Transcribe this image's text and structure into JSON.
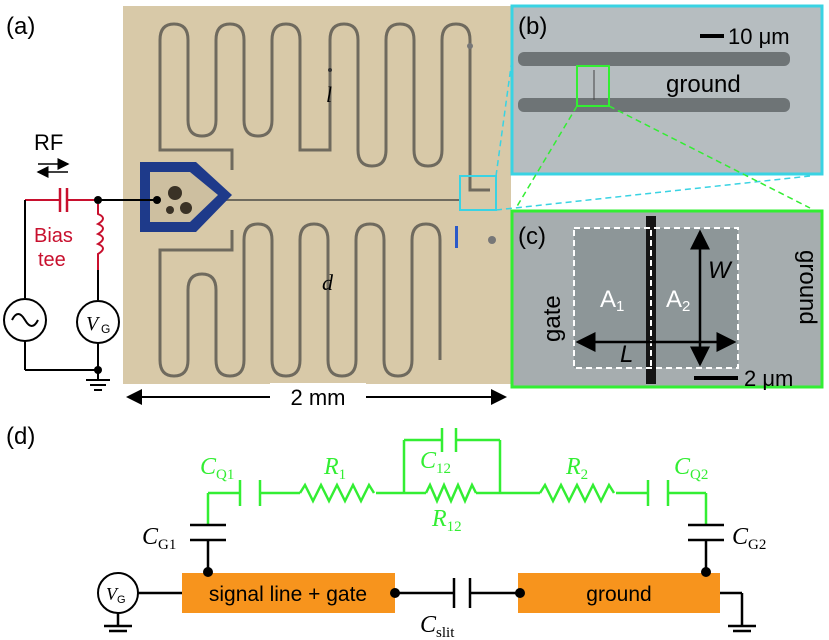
{
  "panel_labels": {
    "a": "(a)",
    "b": "(b)",
    "c": "(c)",
    "d": "(d)"
  },
  "panel_a": {
    "rf_label": "RF",
    "bias_label_line1": "Bias",
    "bias_label_line2": "tee",
    "vg_label": "V",
    "vg_sub": "G",
    "resonator_l": "l",
    "resonator_d": "d",
    "scale_bar": "2 mm"
  },
  "panel_b": {
    "scale_bar": "10 μm",
    "ground_label": "ground"
  },
  "panel_c": {
    "gate_label": "gate",
    "ground_label": "ground",
    "a1_main": "A",
    "a1_sub": "1",
    "a2_main": "A",
    "a2_sub": "2",
    "w_label": "W",
    "l_label": "L",
    "scale_bar": "2 μm"
  },
  "panel_d": {
    "cq1_main": "C",
    "cq1_sub": "Q1",
    "r1_main": "R",
    "r1_sub": "1",
    "c12_main": "C",
    "c12_sub": "12",
    "r12_main": "R",
    "r12_sub": "12",
    "r2_main": "R",
    "r2_sub": "2",
    "cq2_main": "C",
    "cq2_sub": "Q2",
    "cg1_main": "C",
    "cg1_sub": "G1",
    "cg2_main": "C",
    "cg2_sub": "G2",
    "vg_main": "V",
    "vg_sub": "G",
    "signal_box": "signal line + gate",
    "ground_box": "ground",
    "cslit_main": "C",
    "cslit_sub": "slit"
  },
  "colors": {
    "green": "#33ee33",
    "red": "#c8102e",
    "orange": "#f7941d",
    "blue": "#1e3a8a",
    "cyan": "#39d3e3",
    "chip": "#d8c9a8"
  }
}
